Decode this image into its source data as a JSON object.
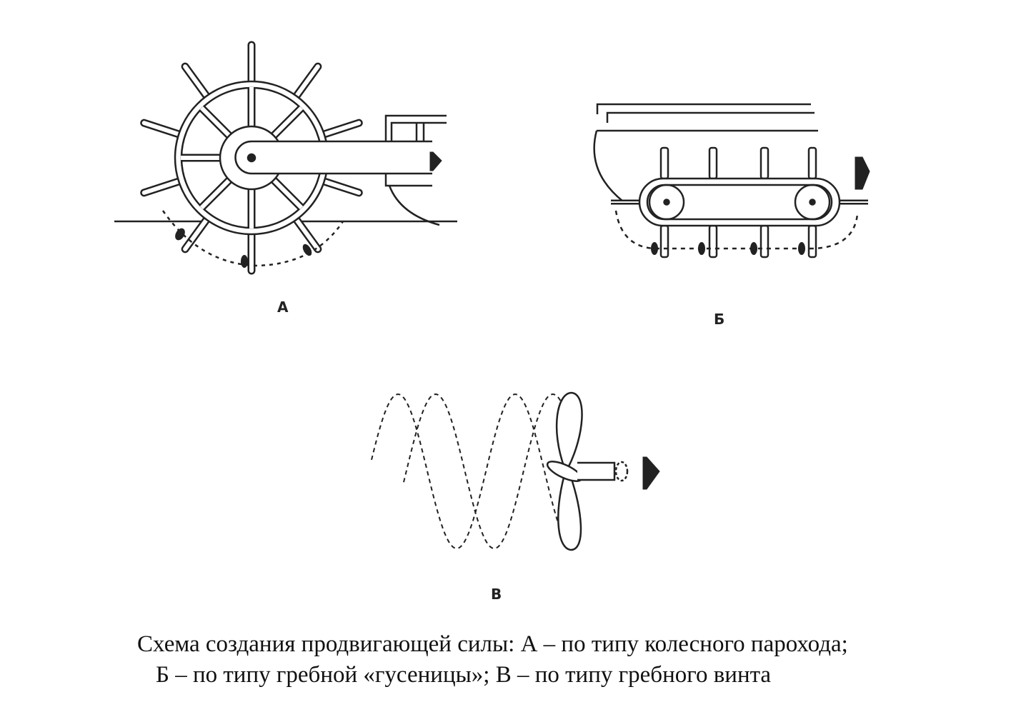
{
  "figures": [
    {
      "label": "А",
      "name": "paddle-wheel"
    },
    {
      "label": "Б",
      "name": "paddle-track"
    },
    {
      "label": "В",
      "name": "propeller"
    }
  ],
  "caption": {
    "line1": "Схема создания продвигающей силы: А – по типу колесного парохода;",
    "line2": "Б – по типу гребной «гусеницы»; В – по типу гребного винта"
  },
  "colors": {
    "ink": "#222222",
    "background": "#ffffff"
  }
}
